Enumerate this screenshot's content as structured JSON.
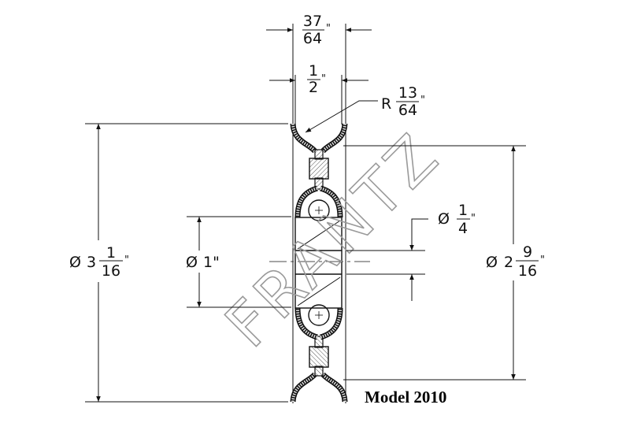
{
  "drawing": {
    "model_label": "Model 2010",
    "watermark": "FRANTZ",
    "dimensions": {
      "overall_width": {
        "num": "37",
        "den": "64",
        "unit": "\""
      },
      "groove_width": {
        "num": "1",
        "den": "2",
        "unit": "\""
      },
      "groove_radius": {
        "prefix": "R",
        "num": "13",
        "den": "64",
        "unit": "\""
      },
      "outer_diameter": {
        "symbol": "Ø",
        "whole": "3",
        "num": "1",
        "den": "16",
        "unit": "\""
      },
      "bearing_diameter": {
        "symbol": "Ø",
        "value": "1\""
      },
      "bore_diameter": {
        "symbol": "Ø",
        "num": "1",
        "den": "4",
        "unit": "\""
      },
      "tread_diameter": {
        "symbol": "Ø",
        "whole": "2",
        "num": "9",
        "den": "16",
        "unit": "\""
      }
    }
  }
}
